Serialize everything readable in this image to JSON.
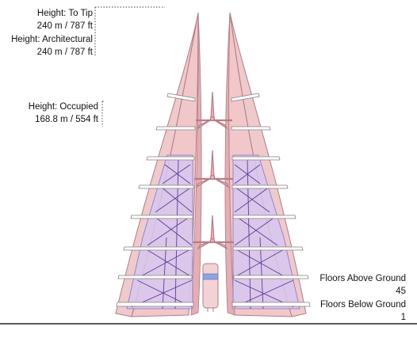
{
  "heights": {
    "to_tip": {
      "label": "Height: To Tip",
      "value": "240 m / 787 ft"
    },
    "architectural": {
      "label": "Height: Architectural",
      "value": "240 m / 787 ft"
    },
    "occupied": {
      "label": "Height: Occupied",
      "value": "168.8 m / 554 ft"
    }
  },
  "floors": {
    "above_ground": {
      "label": "Floors Above Ground",
      "value": "45"
    },
    "below_ground": {
      "label": "Floors Below Ground",
      "value": "1"
    }
  },
  "colors": {
    "tower_skin": "#f1c7c9",
    "tower_edge": "#b07c84",
    "bracing_fill": "#d7c7ee",
    "bracing_line": "#5a3f9a",
    "floor_band": "#ffffff",
    "turbine": "#c98d95",
    "ground_line": "#222222"
  }
}
